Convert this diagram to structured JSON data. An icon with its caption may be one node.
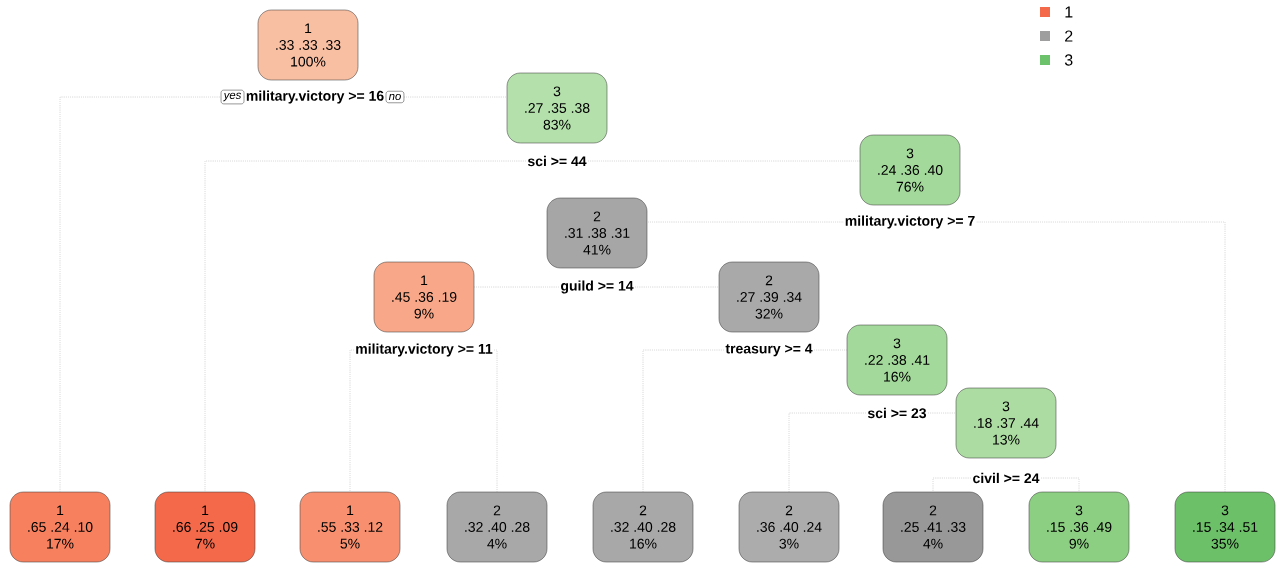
{
  "diagram": {
    "nodes": [
      {
        "text": [
          "1",
          ".33 .33 .33",
          "100%"
        ]
      },
      {
        "text": [
          "military.victory >= 16"
        ]
      },
      {
        "text": [
          "1",
          ".65 .24 .10",
          "17%"
        ]
      },
      {
        "text": [
          "3",
          ".27 .35 .38",
          "83%"
        ]
      },
      {
        "text": [
          "sci >= 44"
        ]
      },
      {
        "text": [
          "1",
          ".66 .25 .09",
          "7%"
        ]
      },
      {
        "text": [
          "3",
          ".24 .36 .40",
          "76%"
        ]
      },
      {
        "text": [
          "military.victory >= 7"
        ]
      },
      {
        "text": [
          "2",
          ".31 .38 .31",
          "41%"
        ]
      },
      {
        "text": [
          "guild >= 14"
        ]
      },
      {
        "text": [
          "1",
          ".45 .36 .19",
          "9%"
        ]
      },
      {
        "text": [
          "military.victory >= 11"
        ]
      },
      {
        "text": [
          "1",
          ".55 .33 .12",
          "5%"
        ]
      },
      {
        "text": [
          "2",
          ".32 .40 .28",
          "4%"
        ]
      },
      {
        "text": [
          "2",
          ".27 .39 .34",
          "32%"
        ]
      },
      {
        "text": [
          "treasury >= 4"
        ]
      },
      {
        "text": [
          "2",
          ".32 .40 .28",
          "16%"
        ]
      },
      {
        "text": [
          "3",
          ".22 .38 .41",
          "16%"
        ]
      },
      {
        "text": [
          "sci >= 23"
        ]
      },
      {
        "text": [
          "2",
          ".36 .40 .24",
          "3%"
        ]
      },
      {
        "text": [
          "3",
          ".18 .37 .44",
          "13%"
        ]
      },
      {
        "text": [
          "civil >= 24"
        ]
      },
      {
        "text": [
          "2",
          ".25 .41 .33",
          "4%"
        ]
      },
      {
        "text": [
          "3",
          ".15 .36 .49",
          "9%"
        ]
      },
      {
        "text": [
          "3",
          ".15 .34 .51",
          "35%"
        ]
      }
    ],
    "edges": [
      {
        "from": 1,
        "to": 2,
        "arrow": "none",
        "label": "yes"
      },
      {
        "from": 1,
        "to": 3,
        "arrow": "none",
        "label": "no"
      },
      {
        "from": 4,
        "to": 5,
        "arrow": "none"
      },
      {
        "from": 4,
        "to": 6,
        "arrow": "none"
      },
      {
        "from": 7,
        "to": 8,
        "arrow": "none"
      },
      {
        "from": 7,
        "to": 24,
        "arrow": "none"
      },
      {
        "from": 9,
        "to": 10,
        "arrow": "none"
      },
      {
        "from": 9,
        "to": 14,
        "arrow": "none"
      },
      {
        "from": 11,
        "to": 12,
        "arrow": "none"
      },
      {
        "from": 11,
        "to": 13,
        "arrow": "none"
      },
      {
        "from": 15,
        "to": 16,
        "arrow": "none"
      },
      {
        "from": 15,
        "to": 17,
        "arrow": "none"
      },
      {
        "from": 18,
        "to": 19,
        "arrow": "none"
      },
      {
        "from": 18,
        "to": 20,
        "arrow": "none"
      },
      {
        "from": 21,
        "to": 22,
        "arrow": "none"
      },
      {
        "from": 21,
        "to": 23,
        "arrow": "none"
      }
    ],
    "legend": [
      {
        "text": "1",
        "color": "#f4694a"
      },
      {
        "text": "2",
        "color": "#9e9e9e"
      },
      {
        "text": "3",
        "color": "#6cc26a"
      }
    ]
  }
}
